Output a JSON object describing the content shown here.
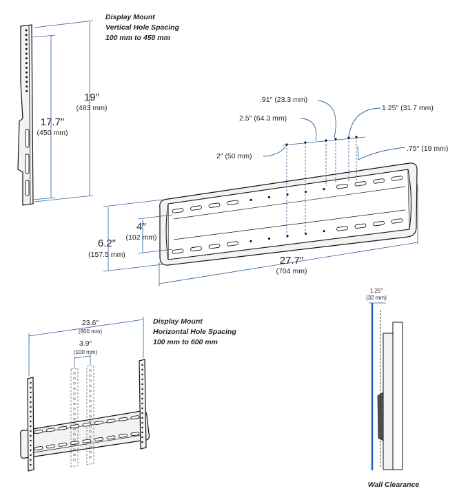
{
  "vertical_spacing": {
    "caption_line1": "Display Mount",
    "caption_line2": "Vertical Hole Spacing",
    "caption_line3": "100 mm to 450 mm",
    "dim_outer_in": "19″",
    "dim_outer_mm": "(483 mm)",
    "dim_inner_in": "17.7″",
    "dim_inner_mm": "(450 mm)"
  },
  "wall_plate": {
    "callout_091": ".91″ (23.3 mm)",
    "callout_25": "2.5″ (64.3 mm)",
    "callout_2": "2″ (50 mm)",
    "callout_125": "1.25″ (31.7 mm)",
    "callout_075": ".75″ (19 mm)",
    "dim_height_in": "6.2″",
    "dim_height_mm": "(157.5 mm)",
    "dim_holes_in": "4″",
    "dim_holes_mm": "(102 mm)",
    "dim_width_in": "27.7″",
    "dim_width_mm": "(704 mm)"
  },
  "horizontal_spacing": {
    "caption_line1": "Display Mount",
    "caption_line2": "Horizontal Hole Spacing",
    "caption_line3": "100 mm to 600 mm",
    "dim_outer_in": "23.6″",
    "dim_outer_mm": "(600 mm)",
    "dim_inner_in": "3.9″",
    "dim_inner_mm": "(100 mm)"
  },
  "wall_clearance": {
    "dim_in": "1.25″",
    "dim_mm": "(32 mm)",
    "caption": "Wall Clearance"
  },
  "colors": {
    "dimension_line": "#2b5f9e",
    "wall_line": "#1f5fbf",
    "outline": "#111111"
  }
}
